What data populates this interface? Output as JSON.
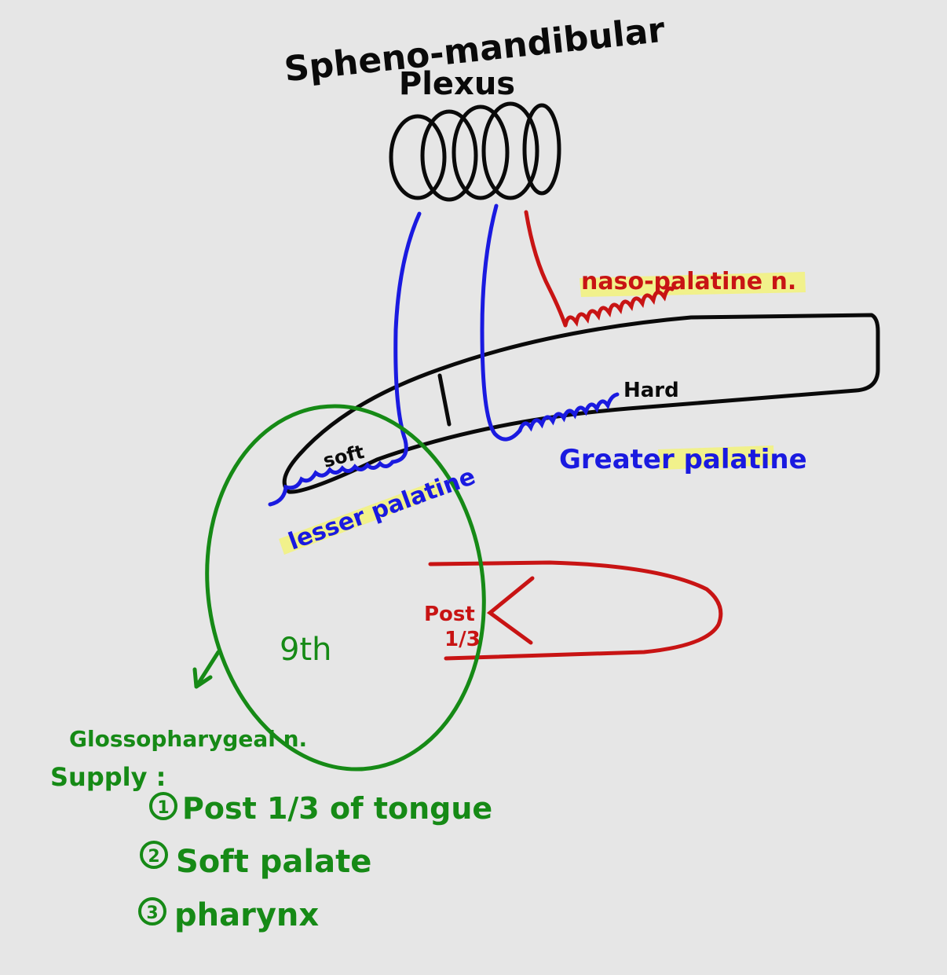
{
  "title": {
    "line1": "Spheno-mandibular",
    "line2": "Plexus"
  },
  "labels": {
    "nasopalatine": "naso-palatine n.",
    "hard": "Hard",
    "soft": "soft",
    "greater_palatine": "Greater palatine",
    "lesser_palatine": "lesser palatine",
    "post": "Post",
    "one_third": "1/3",
    "ninth": "9th"
  },
  "supply": {
    "nerve": "Glossopharygeal n.",
    "heading": "Supply :",
    "items": [
      {
        "num": "1",
        "text": "Post 1/3 of tongue"
      },
      {
        "num": "2",
        "text": "Soft palate"
      },
      {
        "num": "3",
        "text": "pharynx"
      }
    ]
  },
  "colors": {
    "background": "#e6e6e6",
    "black": "#0a0a0a",
    "blue": "#1a1ae0",
    "red": "#c81414",
    "green": "#168a16",
    "highlight": "#f2f27a"
  }
}
